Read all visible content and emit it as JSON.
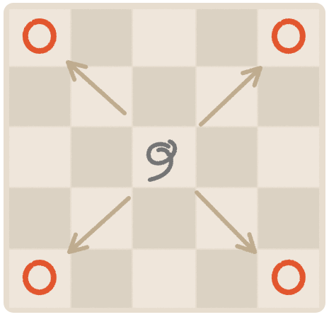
{
  "board": {
    "rows": 5,
    "cols": 5,
    "colors": {
      "frame": "#e7ddcf",
      "light_square": "#efe6db",
      "dark_square": "#dbd2c3"
    }
  },
  "piece": {
    "name": "center-piece",
    "icon": "hook-glyph",
    "color": "#747474",
    "row": 2,
    "col": 2
  },
  "markers": [
    {
      "name": "target-marker-top-left",
      "icon": "ring",
      "row": 0,
      "col": 0
    },
    {
      "name": "target-marker-top-right",
      "icon": "ring",
      "row": 0,
      "col": 4
    },
    {
      "name": "target-marker-bottom-left",
      "icon": "ring",
      "row": 4,
      "col": 0
    },
    {
      "name": "target-marker-bottom-right",
      "icon": "ring",
      "row": 4,
      "col": 4
    }
  ],
  "marker_color": "#e2572e",
  "moves": [
    {
      "name": "move-arrow-up-left",
      "direction": "up-left"
    },
    {
      "name": "move-arrow-up-right",
      "direction": "up-right"
    },
    {
      "name": "move-arrow-down-left",
      "direction": "down-left"
    },
    {
      "name": "move-arrow-down-right",
      "direction": "down-right"
    }
  ],
  "arrow_color": "#bfac8f"
}
